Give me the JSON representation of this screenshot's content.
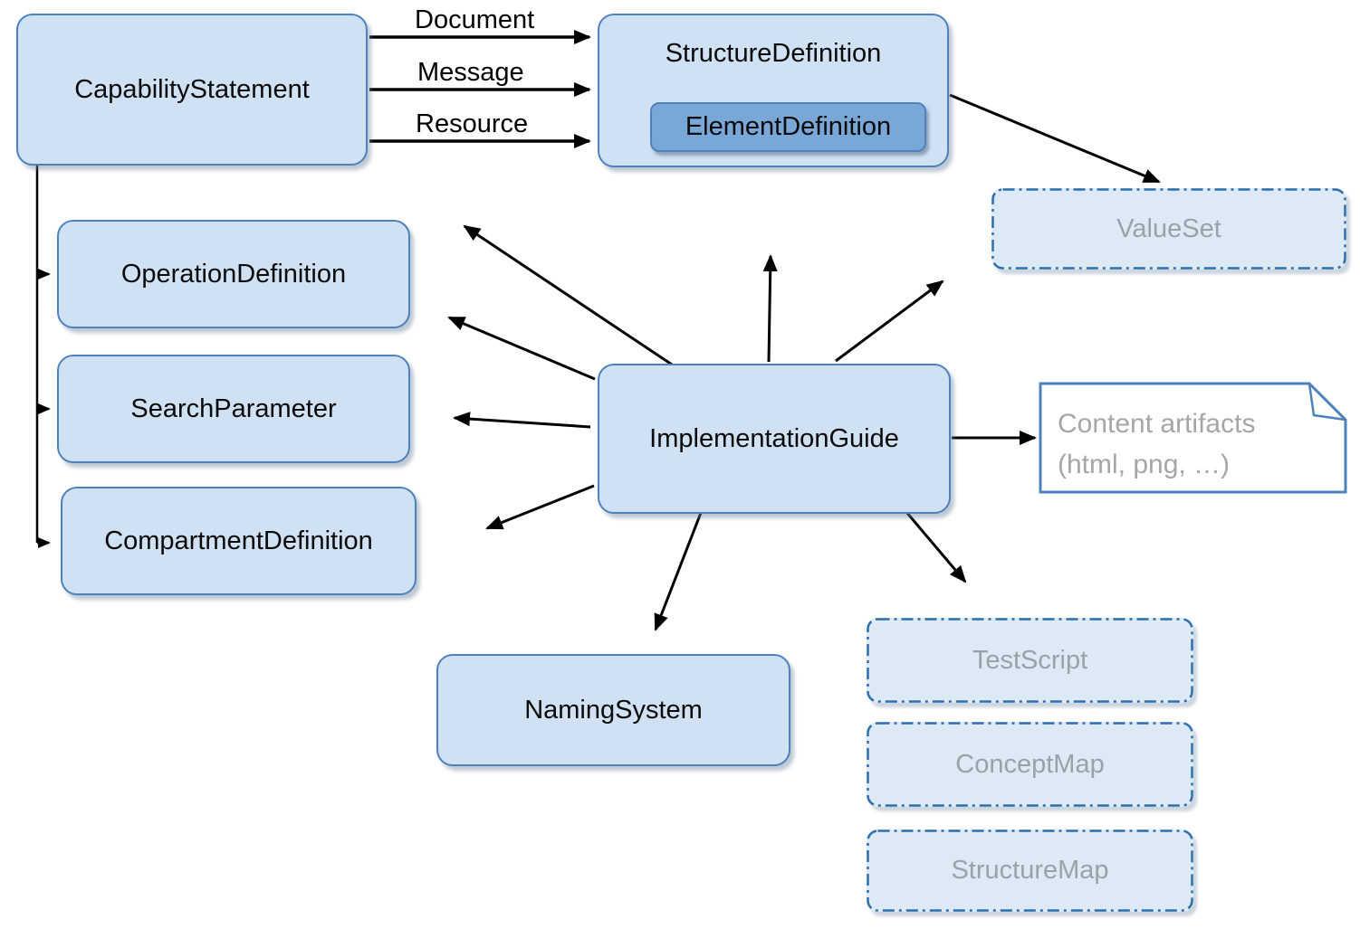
{
  "nodes": {
    "capability_statement": "CapabilityStatement",
    "structure_definition": "StructureDefinition",
    "element_definition": "ElementDefinition",
    "operation_definition": "OperationDefinition",
    "search_parameter": "SearchParameter",
    "compartment_definition": "CompartmentDefinition",
    "implementation_guide": "ImplementationGuide",
    "naming_system": "NamingSystem",
    "value_set": "ValueSet",
    "test_script": "TestScript",
    "concept_map": "ConceptMap",
    "structure_map": "StructureMap",
    "content_artifacts": {
      "line1": "Content artifacts",
      "line2": "(html, png, …)"
    }
  },
  "edge_labels": {
    "document": "Document",
    "message": "Message",
    "resource": "Resource"
  },
  "colors": {
    "node_fill": "#cfe1f2",
    "node_border": "#4f81bd",
    "highlight_fill": "#78a7d8",
    "ghost_fill": "#dde9f4",
    "ghost_border": "#2e6fad",
    "ghost_text": "#9aa2a9",
    "artifact_text": "#a6a6a6",
    "arrow": "#000000"
  }
}
